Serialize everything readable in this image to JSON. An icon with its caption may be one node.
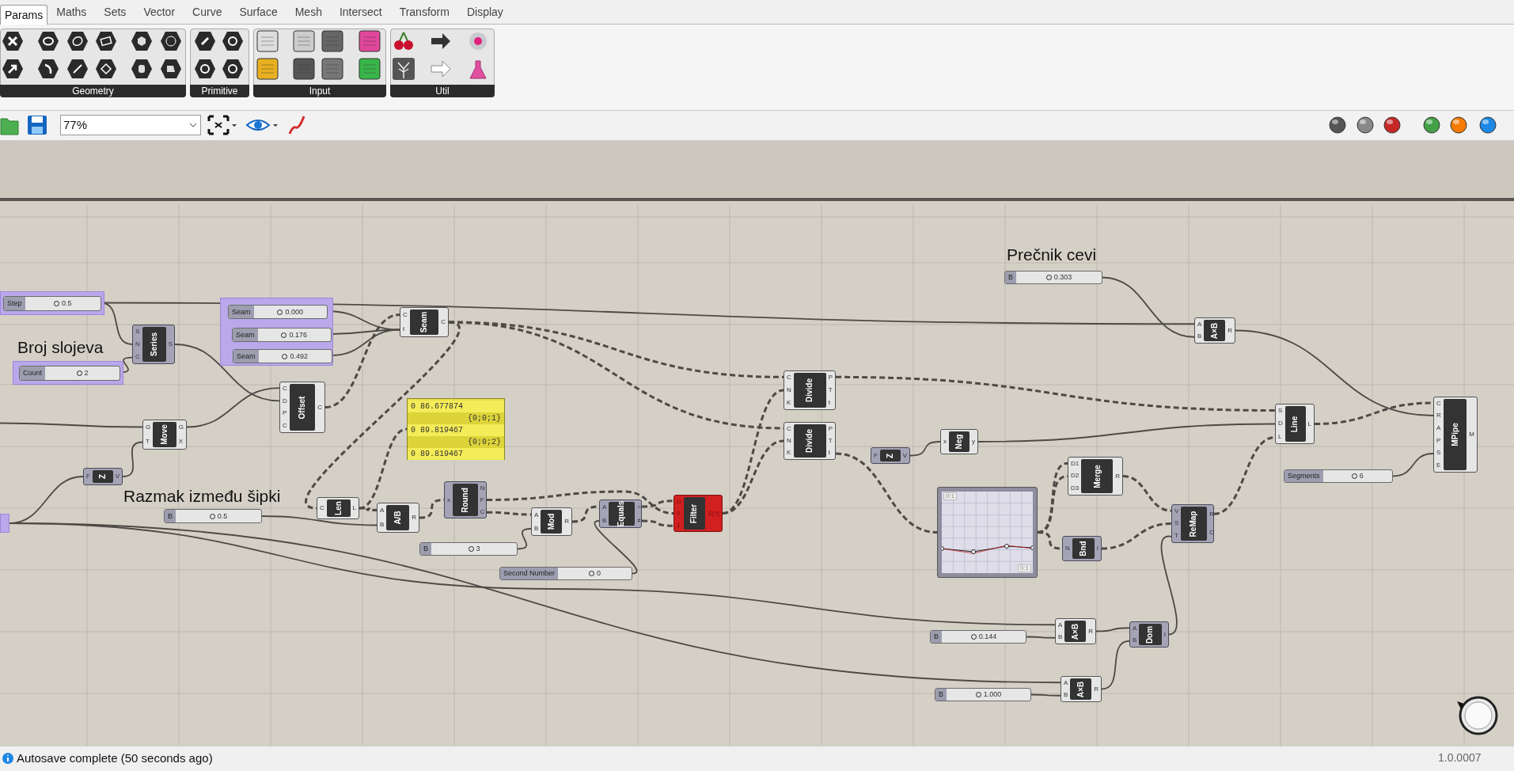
{
  "diagram": {
    "nodes": [
      {
        "text": [],
        "shape": "box"
      },
      {
        "text": [
          "Step",
          "0.5"
        ],
        "in": 0
      },
      {
        "text": [],
        "shape": "box",
        "beside": [
          "Broj slojeva"
        ]
      },
      {
        "text": [
          "Count",
          "2"
        ],
        "in": 2
      },
      {
        "text": [
          "S",
          "N",
          "C",
          "Series",
          "S"
        ]
      },
      {
        "text": [],
        "shape": "box"
      },
      {
        "text": [
          "Seam",
          "0.000"
        ],
        "in": 5
      },
      {
        "text": [
          "Seam",
          "0.176"
        ],
        "in": 5
      },
      {
        "text": [
          "Seam",
          "0.492"
        ],
        "in": 5
      },
      {
        "text": [
          "C",
          "t",
          "Seam",
          "C"
        ]
      },
      {
        "text": [
          "C",
          "D",
          "P",
          "C",
          "Offset",
          "C"
        ]
      },
      {
        "text": [
          "G",
          "T",
          "Move",
          "G",
          "X"
        ]
      },
      {
        "text": [
          "F",
          "Z",
          "V"
        ]
      },
      {
        "text": [],
        "shape": "box"
      },
      {
        "text": [
          "C",
          "Len",
          "L"
        ]
      },
      {
        "text": [
          "A",
          "B",
          "A/B",
          "R"
        ]
      },
      {
        "text": [
          "B",
          "0.5"
        ],
        "beside": [
          "Razmak između šipki"
        ]
      },
      {
        "text": [
          "0 86.677874",
          "{0;0;1}",
          "0 89.819467",
          "{0;0;2}",
          "0 89.819467"
        ]
      },
      {
        "text": [
          "x",
          "Round",
          "N",
          "F",
          "C"
        ]
      },
      {
        "text": [
          "B",
          "3"
        ]
      },
      {
        "text": [
          "A",
          "B",
          "Mod",
          "R"
        ]
      },
      {
        "text": [
          "Second Number",
          "0"
        ]
      },
      {
        "text": [
          "A",
          "B",
          "Equals",
          "=",
          "≠"
        ]
      },
      {
        "text": [
          "G",
          "0",
          "1",
          "Filter",
          "S(?)"
        ]
      },
      {
        "text": [
          "C",
          "N",
          "K",
          "Divide",
          "P",
          "T",
          "t"
        ]
      },
      {
        "text": [
          "C",
          "N",
          "K",
          "Divide",
          "P",
          "T",
          "t"
        ]
      },
      {
        "text": [
          "F",
          "Z",
          "V"
        ]
      },
      {
        "text": [
          "x",
          "Neg",
          "y"
        ]
      },
      {
        "text": [
          "0:1",
          "0:1"
        ]
      },
      {
        "text": [
          "D1",
          "D2",
          "D3",
          "Merge",
          "R"
        ]
      },
      {
        "text": [
          "N",
          "Bnd",
          "I"
        ]
      },
      {
        "text": [
          "V",
          "S",
          "T",
          "ReMap",
          "R",
          "C"
        ]
      },
      {
        "text": [
          "S",
          "D",
          "L",
          "Line",
          "L"
        ]
      },
      {
        "text": [
          "B",
          "0.303"
        ],
        "beside": [
          "Prečnik cevi"
        ]
      },
      {
        "text": [
          "A",
          "B",
          "A×B",
          "R"
        ]
      },
      {
        "text": [
          "C",
          "R",
          "A",
          "P",
          "S",
          "E",
          "MPipe",
          "M"
        ]
      },
      {
        "text": [
          "Segments",
          "6"
        ]
      },
      {
        "text": [
          "A",
          "B",
          "A×B",
          "R"
        ]
      },
      {
        "text": [
          "B",
          "0.144"
        ]
      },
      {
        "text": [
          "A",
          "B",
          "Dom",
          "I"
        ]
      },
      {
        "text": [
          "A",
          "B",
          "A×B",
          "R"
        ]
      },
      {
        "text": [
          "B",
          "1.000"
        ]
      }
    ],
    "edges": [
      {
        "from": 1,
        "to": 4,
        "arrow": "none"
      },
      {
        "from": 1,
        "to": 34,
        "arrow": "none"
      },
      {
        "from": 3,
        "to": 4,
        "arrow": "none"
      },
      {
        "from": 4,
        "to": 10,
        "arrow": "none"
      },
      {
        "from": 6,
        "to": 9,
        "arrow": "none"
      },
      {
        "from": 7,
        "to": 9,
        "arrow": "none"
      },
      {
        "from": 8,
        "to": 9,
        "arrow": "none"
      },
      {
        "from": null,
        "to": 11,
        "arrow": "none"
      },
      {
        "from": 11,
        "to": 10,
        "arrow": "none"
      },
      {
        "from": 12,
        "to": 11,
        "arrow": "none"
      },
      {
        "from": 13,
        "to": 12,
        "arrow": "none"
      },
      {
        "from": 13,
        "to": 37,
        "arrow": "none"
      },
      {
        "from": 13,
        "to": 40,
        "arrow": "none"
      },
      {
        "from": 10,
        "to": 9,
        "arrow": "none",
        "style": "dashed"
      },
      {
        "from": 9,
        "to": 14,
        "arrow": "none",
        "style": "dashed"
      },
      {
        "from": 9,
        "to": 24,
        "arrow": "none",
        "style": "dashed"
      },
      {
        "from": 9,
        "to": 25,
        "arrow": "none",
        "style": "dashed"
      },
      {
        "from": 14,
        "to": 17,
        "arrow": "none",
        "style": "dashed"
      },
      {
        "from": 14,
        "to": 15,
        "arrow": "none",
        "style": "dashed"
      },
      {
        "from": 16,
        "to": 15,
        "arrow": "none"
      },
      {
        "from": 15,
        "to": 18,
        "arrow": "none",
        "style": "dashed"
      },
      {
        "from": 18,
        "to": 23,
        "arrow": "none",
        "style": "dashed"
      },
      {
        "from": 18,
        "to": 20,
        "arrow": "none",
        "style": "dashed"
      },
      {
        "from": 19,
        "to": 20,
        "arrow": "none"
      },
      {
        "from": 20,
        "to": 22,
        "arrow": "none",
        "style": "dashed"
      },
      {
        "from": 21,
        "to": 22,
        "arrow": "none"
      },
      {
        "from": 22,
        "to": 23,
        "arrow": "none",
        "style": "dashed"
      },
      {
        "from": 22,
        "to": 23,
        "arrow": "none",
        "style": "dashed"
      },
      {
        "from": 23,
        "to": 24,
        "arrow": "none",
        "style": "dashed"
      },
      {
        "from": 23,
        "to": 25,
        "arrow": "none",
        "style": "dashed"
      },
      {
        "from": 24,
        "to": 32,
        "arrow": "none",
        "style": "dashed"
      },
      {
        "from": 25,
        "to": 28,
        "arrow": "none",
        "style": "dashed"
      },
      {
        "from": 26,
        "to": 27,
        "arrow": "none"
      },
      {
        "from": 27,
        "to": 32,
        "arrow": "none"
      },
      {
        "from": 28,
        "to": 29,
        "arrow": "none",
        "style": "dashed"
      },
      {
        "from": 28,
        "to": 29,
        "arrow": "none",
        "style": "dashed"
      },
      {
        "from": 28,
        "to": 30,
        "arrow": "none",
        "style": "dashed"
      },
      {
        "from": 29,
        "to": 31,
        "arrow": "none",
        "style": "dashed"
      },
      {
        "from": 30,
        "to": 31,
        "arrow": "none",
        "style": "dashed"
      },
      {
        "from": 39,
        "to": 31,
        "arrow": "none"
      },
      {
        "from": 31,
        "to": 32,
        "arrow": "none",
        "style": "dashed"
      },
      {
        "from": 32,
        "to": 35,
        "arrow": "none",
        "style": "dashed"
      },
      {
        "from": 33,
        "to": 34,
        "arrow": "none"
      },
      {
        "from": 34,
        "to": 35,
        "arrow": "none"
      },
      {
        "from": 36,
        "to": 35,
        "arrow": "none"
      },
      {
        "from": 37,
        "to": 39,
        "arrow": "none"
      },
      {
        "from": 38,
        "to": 37,
        "arrow": "none"
      },
      {
        "from": 40,
        "to": 39,
        "arrow": "none"
      },
      {
        "from": 41,
        "to": 40,
        "arrow": "none"
      }
    ],
    "labels": [
      "Params",
      "Maths",
      "Sets",
      "Vector",
      "Curve",
      "Surface",
      "Mesh",
      "Intersect",
      "Transform",
      "Display",
      "Geometry",
      "Primitive",
      "Input",
      "Util",
      "77%",
      "Autosave complete (50 seconds ago)",
      "1.0.0007"
    ]
  }
}
